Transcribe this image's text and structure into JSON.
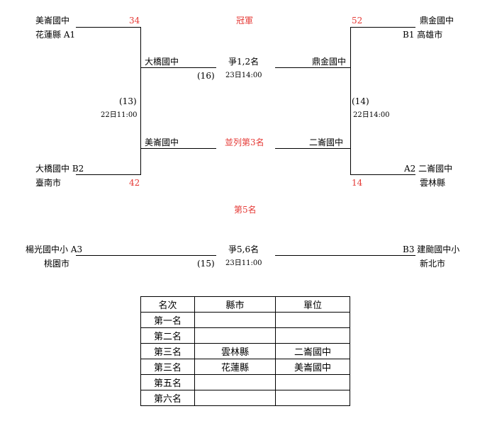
{
  "left_top": {
    "school": "美崙國中",
    "county_slot": "花蓮縣 A1",
    "score": "34"
  },
  "left_bottom": {
    "school_slot": "大橋國中 B2",
    "county": "臺南市",
    "score": "42"
  },
  "right_top": {
    "school": "鼎金國中",
    "county_slot": "B1 高雄市",
    "score": "52"
  },
  "right_bottom": {
    "school_slot": "A2 二崙國中",
    "county": "雲林縣",
    "score": "14"
  },
  "semi_left": {
    "winner": "大橋國中",
    "loser": "美崙國中",
    "game": "(13)",
    "time": "22日11:00"
  },
  "semi_right": {
    "winner": "鼎金國中",
    "loser": "二崙國中",
    "game": "(14)",
    "time": "22日14:00"
  },
  "final": {
    "title": "冠軍",
    "label": "爭1,2名",
    "game": "(16)",
    "time": "23日14:00",
    "third_label": "並列第3名"
  },
  "fifth": {
    "title": "第5名",
    "left_school_slot": "楊光國中小 A3",
    "left_county": "桃園市",
    "right_school_slot": "B3 建颱國中小",
    "right_county": "新北市",
    "label": "爭5,6名",
    "game": "(15)",
    "time": "23日11:00"
  },
  "table": {
    "headers": [
      "名次",
      "縣市",
      "單位"
    ],
    "rows": [
      [
        "第一名",
        "",
        ""
      ],
      [
        "第二名",
        "",
        ""
      ],
      [
        "第三名",
        "雲林縣",
        "二崙國中"
      ],
      [
        "第三名",
        "花蓮縣",
        "美崙國中"
      ],
      [
        "第五名",
        "",
        ""
      ],
      [
        "第六名",
        "",
        ""
      ]
    ]
  },
  "colors": {
    "score": "#e53935",
    "line": "#000000"
  }
}
